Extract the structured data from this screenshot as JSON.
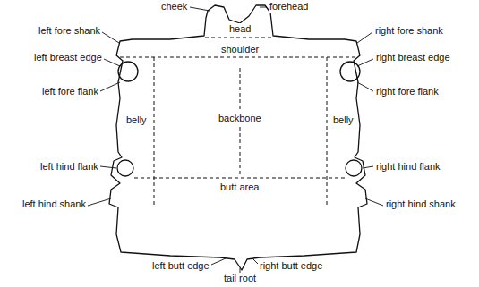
{
  "diagram": {
    "labels": [
      "cheek",
      "forehead",
      "head",
      "left fore shank",
      "right fore shank",
      "shoulder",
      "left breast edge",
      "right breast edge",
      "left fore flank",
      "right fore flank",
      "belly",
      "backbone",
      "belly",
      "left hind flank",
      "right hind flank",
      "butt area",
      "left hind shank",
      "right hind shank",
      "left butt edge",
      "right butt edge",
      "tail root"
    ]
  }
}
